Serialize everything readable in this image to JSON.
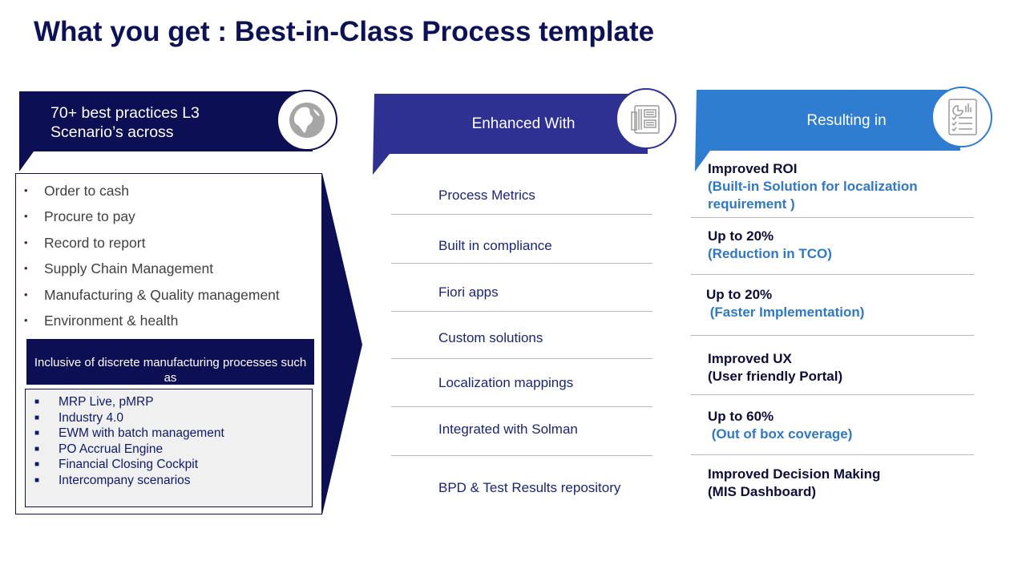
{
  "title": "What you get : Best-in-Class Process template",
  "column1": {
    "header": "70+ best practices L3 Scenario’s across",
    "bullet_icon": "bullet-dot",
    "items": [
      "Order to cash",
      "Procure to pay",
      "Record to report",
      "Supply Chain Management",
      "Manufacturing & Quality management",
      "Environment & health"
    ],
    "sub_header": "Inclusive of discrete manufacturing processes such as",
    "sub_bullet_icon": "square-bullet",
    "sub_items": [
      "MRP Live, pMRP",
      "Industry 4.0",
      "EWM with batch management",
      "PO Accrual Engine",
      "Financial Closing Cockpit",
      "Intercompany scenarios"
    ],
    "icon": "globe-icon"
  },
  "column2": {
    "header": "Enhanced With",
    "icon": "process-document-icon",
    "items": [
      "Process Metrics",
      "Built in compliance",
      "Fiori apps",
      "Custom solutions",
      "Localization mappings",
      "Integrated with Solman",
      "BPD & Test Results repository"
    ]
  },
  "column3": {
    "header": "Resulting in",
    "icon": "report-checklist-icon",
    "items": [
      {
        "main": "Improved ROI",
        "detail": "(Built-in Solution for localization requirement )"
      },
      {
        "main": "Up to 20%",
        "detail": "(Reduction in TCO)"
      },
      {
        "main": "Up to 20%",
        "detail": " (Faster Implementation)"
      },
      {
        "main": "Improved UX",
        "detail": "(User friendly Portal)"
      },
      {
        "main": "Up to 60%",
        "detail": " (Out of box coverage)"
      },
      {
        "main": "Improved Decision Making",
        "detail": "(MIS Dashboard)"
      }
    ]
  },
  "colors": {
    "title": "#0d1257",
    "navy": "#0d0f55",
    "indigo": "#2e3192",
    "blue": "#2f7dd1",
    "accent_text": "#2f78c4"
  }
}
